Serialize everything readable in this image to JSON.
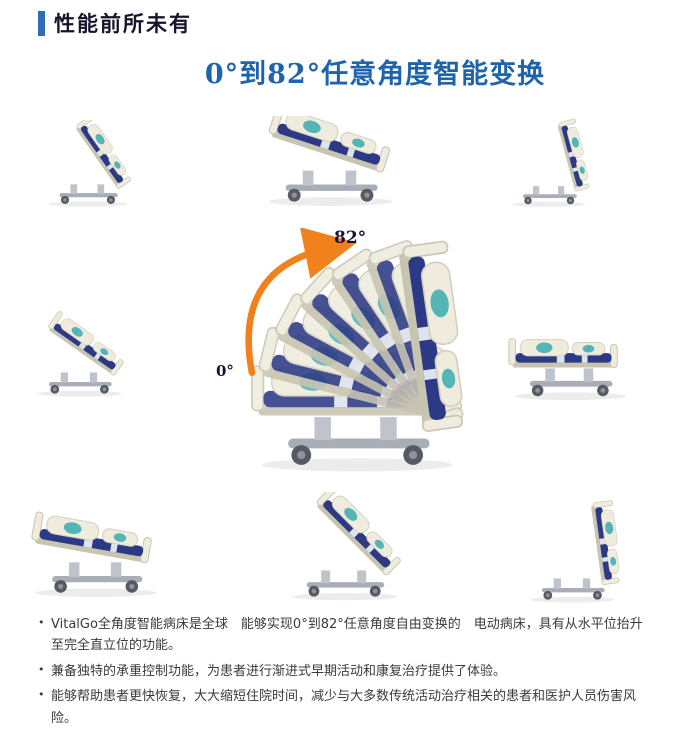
{
  "page": {
    "title": "性能前所未有",
    "subtitle": "0°到82°任意角度智能变换"
  },
  "fan": {
    "max_angle_label": "82°",
    "min_angle_label": "0°"
  },
  "bullets": [
    "VitalGo全角度智能病床是全球　能够实现0°到82°任意角度自由变换的　电动病床，具有从水平位抬升至完全直立位的功能。",
    "兼备独特的承重控制功能，为患者进行渐进式早期活动和康复治疗提供了体验。",
    "能够帮助患者更快恢复，大大缩短住院时间，减少与大多数传统活动治疗相关的患者和医护人员伤害风险。"
  ],
  "colors": {
    "accent_blue": "#2f6db5",
    "subtitle_blue": "#1d64ad",
    "title_dark": "#15152b",
    "orange": "#f0811c",
    "mattress_navy": "#2c3a85",
    "rail_beige": "#efecdd",
    "teal": "#55b5b6",
    "body_text": "#3a3a3a"
  }
}
